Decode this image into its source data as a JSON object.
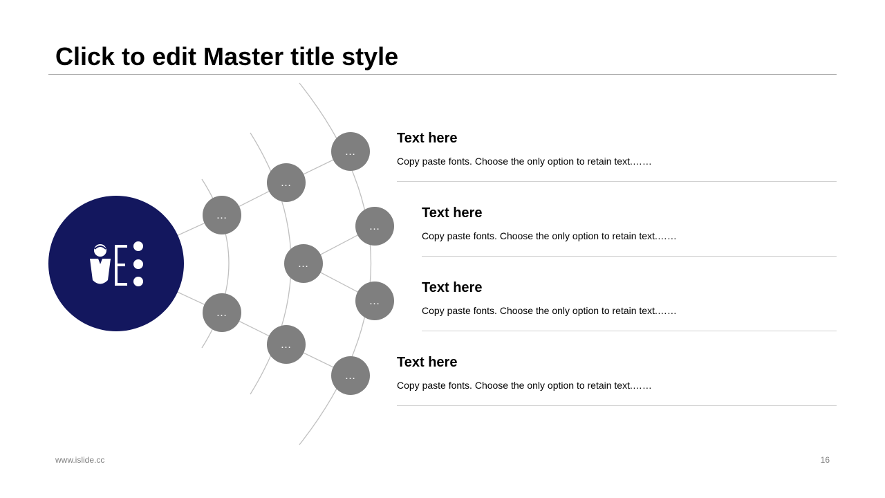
{
  "title": "Click to edit Master title style",
  "colors": {
    "hub": "#13175e",
    "node": "#7f7f7f",
    "line": "#c0c0c0",
    "rule": "#d0d0d0"
  },
  "hub": {
    "icon": "person-with-list-icon"
  },
  "nodes": [
    {
      "id": "n1",
      "label": "…"
    },
    {
      "id": "n2",
      "label": "…"
    },
    {
      "id": "n3",
      "label": "…"
    },
    {
      "id": "n4",
      "label": "…"
    },
    {
      "id": "n5",
      "label": "…"
    },
    {
      "id": "n6",
      "label": "…"
    },
    {
      "id": "n7",
      "label": "…"
    },
    {
      "id": "n8",
      "label": "…"
    },
    {
      "id": "n9",
      "label": "…"
    },
    {
      "id": "n10",
      "label": "…"
    }
  ],
  "items": [
    {
      "heading": "Text here",
      "text": "Copy paste fonts. Choose the only option to retain text.……"
    },
    {
      "heading": "Text here",
      "text": "Copy paste fonts. Choose the only option to retain text.……"
    },
    {
      "heading": "Text here",
      "text": "Copy paste fonts. Choose the only option to retain text.……"
    },
    {
      "heading": "Text here",
      "text": "Copy paste fonts. Choose the only option to retain text.……"
    }
  ],
  "footer": {
    "url": "www.islide.cc",
    "page": "16"
  }
}
